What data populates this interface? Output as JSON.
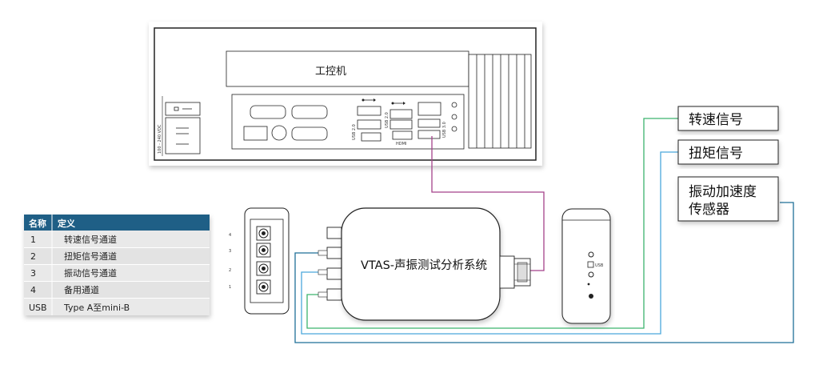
{
  "industrial_pc": {
    "title": "工控机",
    "power_label": "100 - 240 VDC",
    "port_labels": {
      "usb20_left": "USB 2.0",
      "usb20_right": "USB 2.0",
      "usb30": "USB 3.0",
      "hdmi": "HDMI"
    }
  },
  "system_box": {
    "label": "VTAS-声振测试分析系统"
  },
  "sensor_module": {
    "usb_label": "USB"
  },
  "channel_numbers": [
    "4",
    "3",
    "2",
    "1"
  ],
  "signals": [
    {
      "label": "转速信号",
      "color": "#3cb46e"
    },
    {
      "label": "扭矩信号",
      "color": "#4aa8dc"
    },
    {
      "label": "振动加速度",
      "label2": "传感器",
      "color": "#1f6f97"
    }
  ],
  "usb_cable_color": "#a4428a",
  "table": {
    "header_color": "#1f5f86",
    "headers": [
      "名称",
      "定义"
    ],
    "rows": [
      [
        "1",
        "转速信号通道"
      ],
      [
        "2",
        "扭矩信号通道"
      ],
      [
        "3",
        "振动信号通道"
      ],
      [
        "4",
        "备用通道"
      ],
      [
        "USB",
        "Type A至mini-B"
      ]
    ]
  }
}
